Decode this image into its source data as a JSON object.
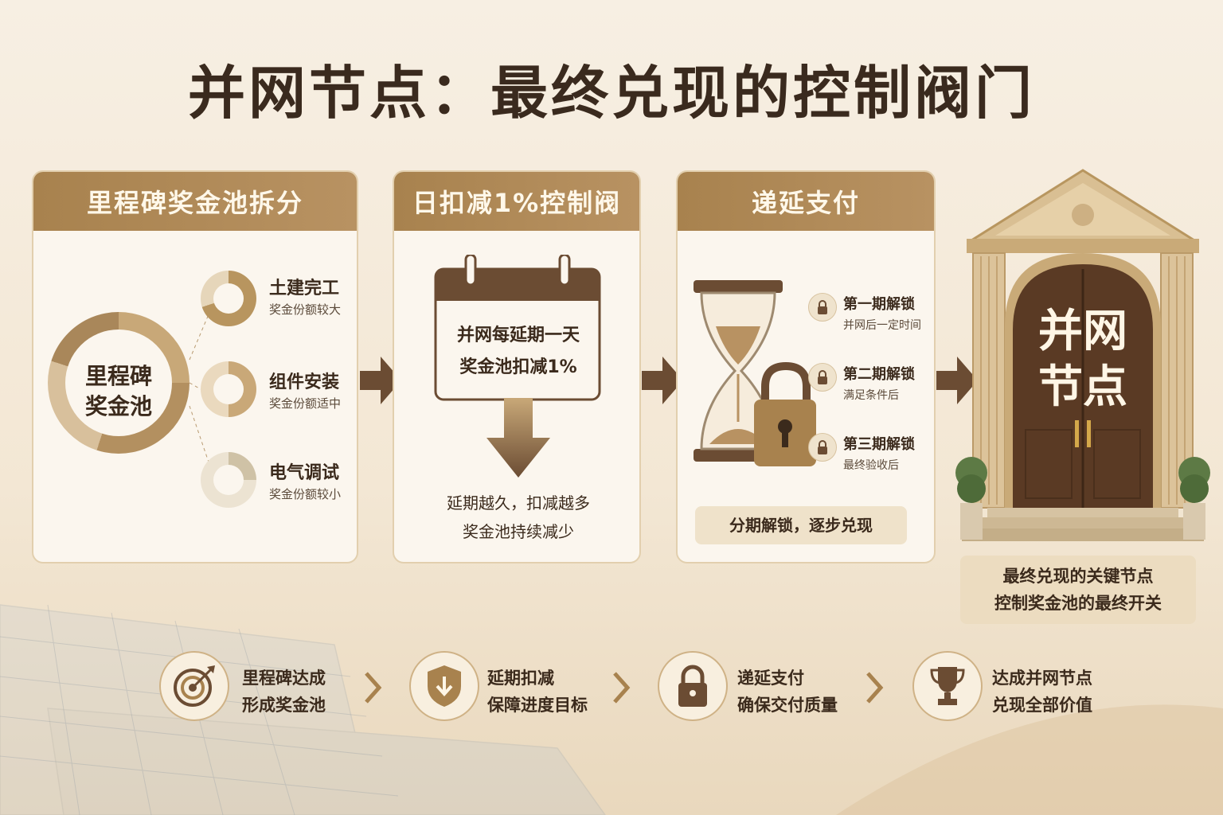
{
  "title": "并网节点：最终兑现的控制阀门",
  "panel1": {
    "header": "里程碑奖金池拆分",
    "center_label": "里程碑\n奖金池",
    "milestones": [
      {
        "title": "土建完工",
        "sub": "奖金份额较大"
      },
      {
        "title": "组件安装",
        "sub": "奖金份额适中"
      },
      {
        "title": "电气调试",
        "sub": "奖金份额较小"
      }
    ]
  },
  "panel2": {
    "header": "日扣减1%控制阀",
    "calendar_text": "并网每延期一天\n奖金池扣减1%",
    "note": "延期越久，扣减越多\n奖金池持续减少"
  },
  "panel3": {
    "header": "递延支付",
    "unlocks": [
      {
        "title": "第一期解锁",
        "sub": "并网后一定时间"
      },
      {
        "title": "第二期解锁",
        "sub": "满足条件后"
      },
      {
        "title": "第三期解锁",
        "sub": "最终验收后"
      }
    ],
    "note": "分期解锁，逐步兑现"
  },
  "door": {
    "label": "并网\n节点",
    "caption": "最终兑现的关键节点\n控制奖金池的最终开关"
  },
  "steps": [
    {
      "icon": "target-icon",
      "line1": "里程碑达成",
      "line2": "形成奖金池"
    },
    {
      "icon": "shield-down-icon",
      "line1": "延期扣减",
      "line2": "保障进度目标"
    },
    {
      "icon": "lock-icon",
      "line1": "递延支付",
      "line2": "确保交付质量"
    },
    {
      "icon": "trophy-icon",
      "line1": "达成并网节点",
      "line2": "兑现全部价值"
    }
  ],
  "colors": {
    "accent": "#a8824e",
    "dark_brown": "#6b4c33",
    "background": "#f7efe3"
  }
}
